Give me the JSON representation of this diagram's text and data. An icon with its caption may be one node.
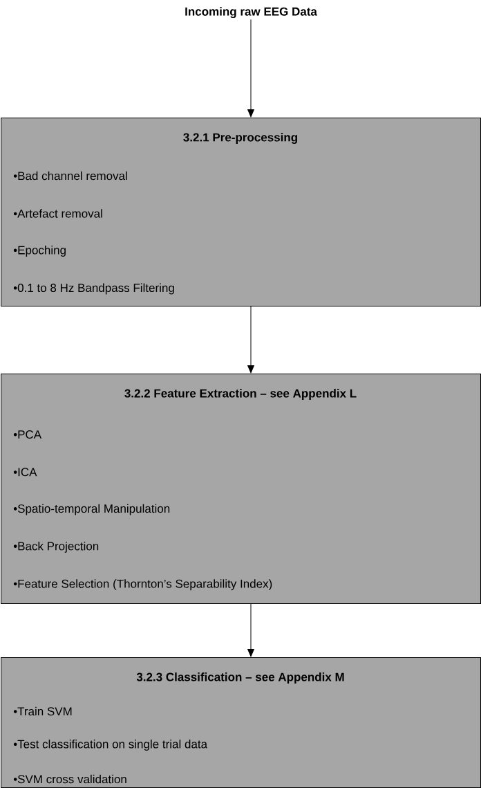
{
  "diagram": {
    "nodes": [
      {
        "text": [
          "Incoming raw EEG Data"
        ]
      },
      {
        "text": [
          "3.2.1 Pre-processing",
          "•Bad channel removal",
          "•Artefact removal",
          "•Epoching",
          "•0.1 to 8 Hz Bandpass Filtering"
        ]
      },
      {
        "text": [
          "3.2.2 Feature Extraction – see Appendix L",
          "•PCA",
          "•ICA",
          "•Spatio-temporal Manipulation",
          "•Back Projection",
          "•Feature Selection (Thornton’s Separability Index)"
        ]
      },
      {
        "text": [
          "3.2.3 Classification – see Appendix M",
          "•Train SVM",
          "•Test classification on single trial data",
          "•SVM cross validation"
        ]
      }
    ],
    "edges": [
      {
        "from": 0,
        "to": 1,
        "arrow": "to"
      },
      {
        "from": 1,
        "to": 2,
        "arrow": "to"
      },
      {
        "from": 2,
        "to": 3,
        "arrow": "to"
      }
    ]
  }
}
